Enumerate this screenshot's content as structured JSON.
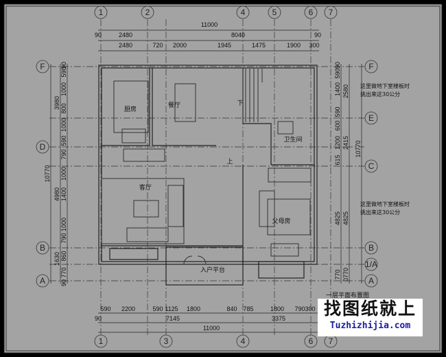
{
  "drawing_title": "一层平面布置图",
  "grid_top": [
    "1",
    "2",
    "4",
    "5",
    "6",
    "7"
  ],
  "grid_bottom": [
    "1",
    "3",
    "4",
    "6",
    "7"
  ],
  "grid_left": [
    "F",
    "D",
    "B",
    "A"
  ],
  "grid_right": [
    "F",
    "E",
    "C",
    "B",
    "1/A",
    "A"
  ],
  "dims_top": {
    "total": "11000",
    "row2": [
      "90",
      "2480",
      "8040",
      "90"
    ],
    "row3": [
      "2480",
      "720",
      "2000",
      "1945",
      "1475",
      "1900",
      "300"
    ]
  },
  "dims_bottom": {
    "row1": [
      "590",
      "2200",
      "590",
      "1125",
      "1800",
      "840",
      "785",
      "1800",
      "790",
      "300"
    ],
    "row2": [
      "90",
      "7145",
      "3375"
    ],
    "total": "11000"
  },
  "dims_left": {
    "detail": [
      "90",
      "590",
      "1000",
      "800",
      "1000",
      "590",
      "790",
      "1000",
      "1400",
      "1000",
      "790",
      "860",
      "770",
      "90"
    ],
    "sub": [
      "3980",
      "4980",
      "1630"
    ],
    "total": "10770"
  },
  "dims_right": {
    "detail": [
      "90",
      "590",
      "1400",
      "590",
      "600",
      "1200",
      "615",
      "4825",
      "770"
    ],
    "sub": [
      "2580",
      "2415",
      "4825",
      "0770"
    ],
    "total": "10770"
  },
  "rooms": {
    "kitchen": "厨房",
    "dining": "餐厅",
    "living": "客厅",
    "parents_room": "父母房",
    "bathroom": "卫生间",
    "entry_platform": "入户平台",
    "stair_up": "上",
    "stair_down": "下"
  },
  "notes": [
    {
      "line1": "这里做地下室楼板时",
      "line2": "挑出来这30公分"
    },
    {
      "line1": "这里做地下室楼板时",
      "line2": "挑出来这30公分"
    }
  ],
  "watermark": {
    "cn": "找图纸就上",
    "en": "Tuzhizhijia.com",
    "en_color": "#1a1aa0"
  },
  "colors": {
    "paper": "#a3a3a3",
    "line": "#2a2a2a",
    "frame": "#000000"
  }
}
